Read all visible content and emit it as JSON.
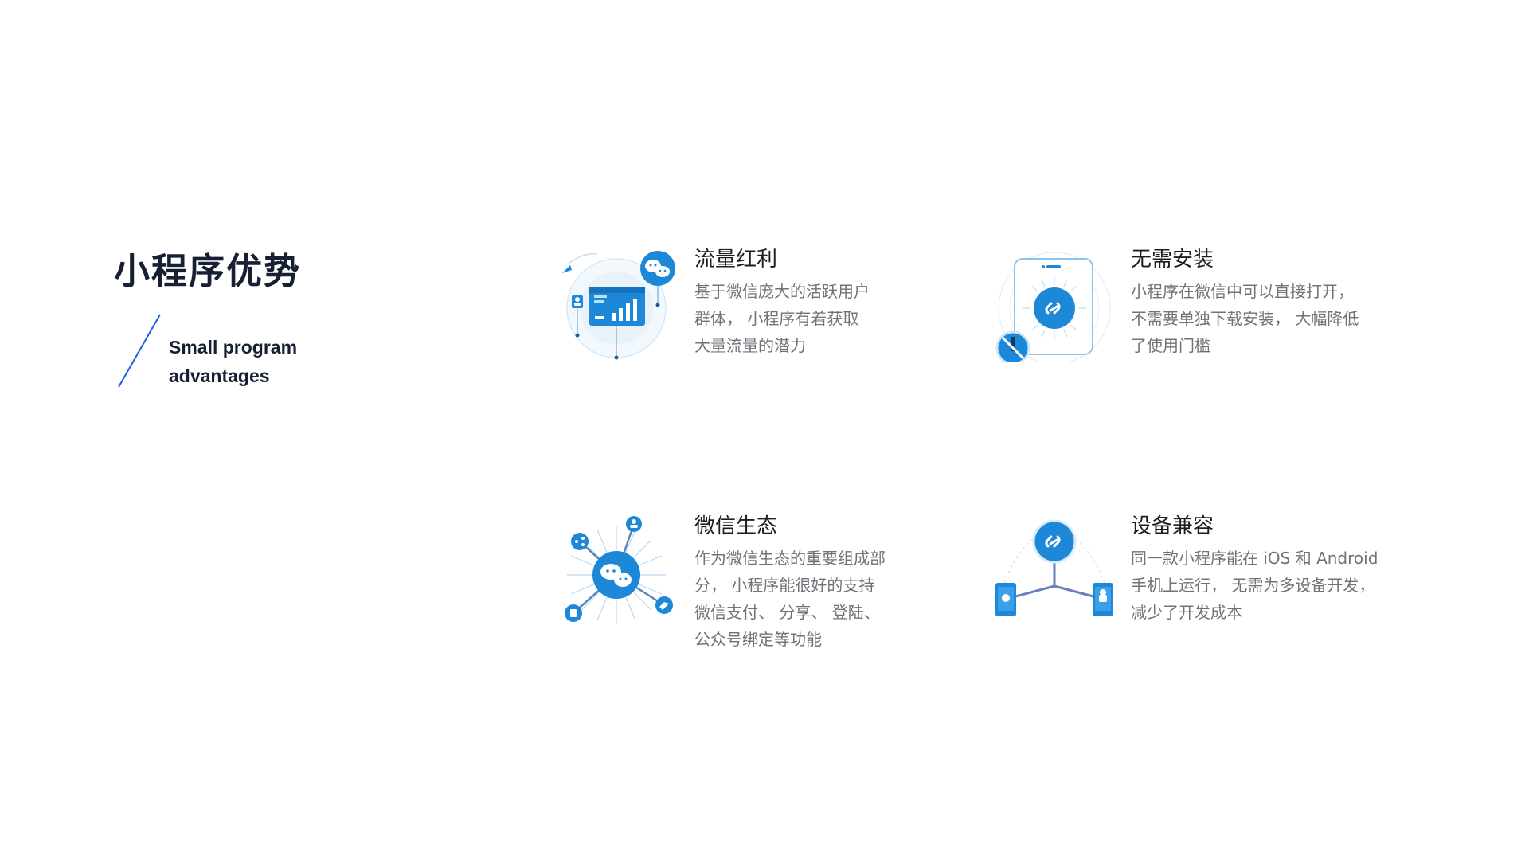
{
  "page": {
    "title": "小程序优势",
    "subtitle_lines": [
      "Small program",
      "advantages"
    ]
  },
  "colors": {
    "accent_blue": "#1a5fe0",
    "icon_blue": "#1e88d8",
    "heading": "#172033",
    "text": "#6f7378"
  },
  "features": [
    {
      "icon": "traffic-chart-icon",
      "title": "流量红利",
      "lines": [
        "基于微信庞大的活跃用户",
        "群体， 小程序有着获取",
        "大量流量的潜力"
      ]
    },
    {
      "icon": "no-install-phone-icon",
      "title": "无需安装",
      "lines": [
        "小程序在微信中可以直接打开，",
        "不需要单独下载安装， 大幅降低",
        "了使用门槛"
      ]
    },
    {
      "icon": "wechat-ecosystem-icon",
      "title": "微信生态",
      "lines": [
        "作为微信生态的重要组成部",
        "分， 小程序能很好的支持",
        "微信支付、 分享、 登陆、",
        "公众号绑定等功能"
      ]
    },
    {
      "icon": "device-compatibility-icon",
      "title": "设备兼容",
      "lines": [
        "同一款小程序能在 iOS 和 Android",
        "手机上运行， 无需为多设备开发，",
        "减少了开发成本"
      ]
    }
  ]
}
